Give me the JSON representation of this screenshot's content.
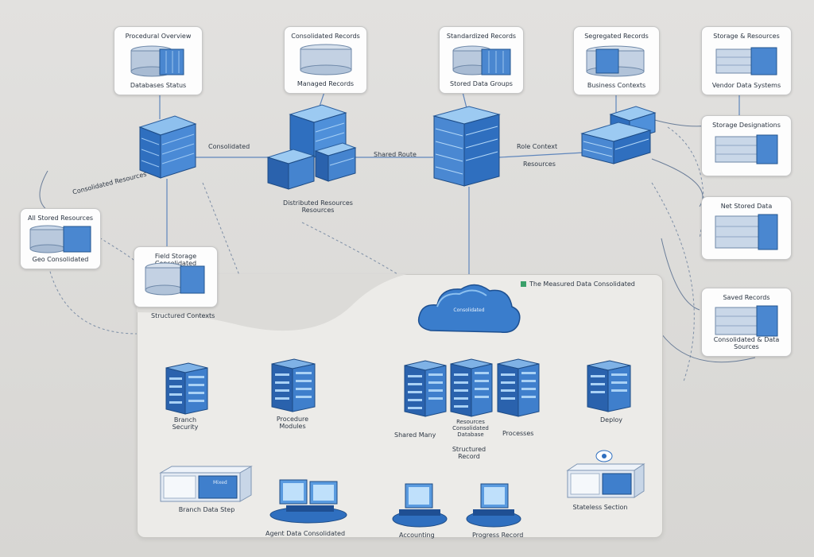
{
  "diagram": {
    "storage_cards": [
      {
        "top": "Procedural Overview",
        "bottom": "Databases Status"
      },
      {
        "top": "Consolidated Records",
        "bottom": "Managed Records"
      },
      {
        "top": "Standardized Records",
        "bottom": "Stored Data Groups"
      },
      {
        "top": "Segregated Records",
        "bottom": "Business Contexts"
      },
      {
        "top": "Storage & Resources",
        "bottom": "Vendor Data Systems"
      },
      {
        "top": "Storage Designations",
        "bottom": ""
      },
      {
        "top": "Net Stored Data",
        "bottom": ""
      },
      {
        "top": "Saved Records",
        "bottom": "Consolidated & Data Sources"
      },
      {
        "top": "All Stored Resources",
        "bottom": "Geo Consolidated"
      },
      {
        "top": "Field Storage Consolidated",
        "bottom": ""
      }
    ],
    "labels": {
      "consolidated": "Consolidated",
      "shared_route": "Shared Route",
      "role_context": "Role Context",
      "resources": "Resources",
      "distributed_resources_1": "Distributed Resources",
      "distributed_resources_2": "Resources",
      "side_link": "Consolidated Resources",
      "storage_contexts": "Structured Contexts",
      "panel_title": "The Measured Data Consolidated",
      "cloud": "Consolidated",
      "rack_a_1": "Branch",
      "rack_a_2": "Security",
      "rack_b_1": "Procedure",
      "rack_b_2": "Modules",
      "rack_c": "Shared Many",
      "rack_d_1": "Resources",
      "rack_d_2": "Consolidated",
      "rack_d_3": "Database",
      "rack_e": "Processes",
      "rack_f": "Deploy",
      "mid_1": "Structured",
      "mid_2": "Record",
      "appliance_left": "Branch Data Step",
      "appliance_left_tag": "Mixed",
      "workstation_left": "Agent Data Consolidated",
      "workstation_mid": "Accounting",
      "workstation_right": "Progress Record",
      "appliance_right": "Stateless Section"
    },
    "colors": {
      "primary": "#3b78c4",
      "dark": "#1f4f93",
      "light": "#8dbbe8",
      "line": "#5a82b8"
    }
  }
}
